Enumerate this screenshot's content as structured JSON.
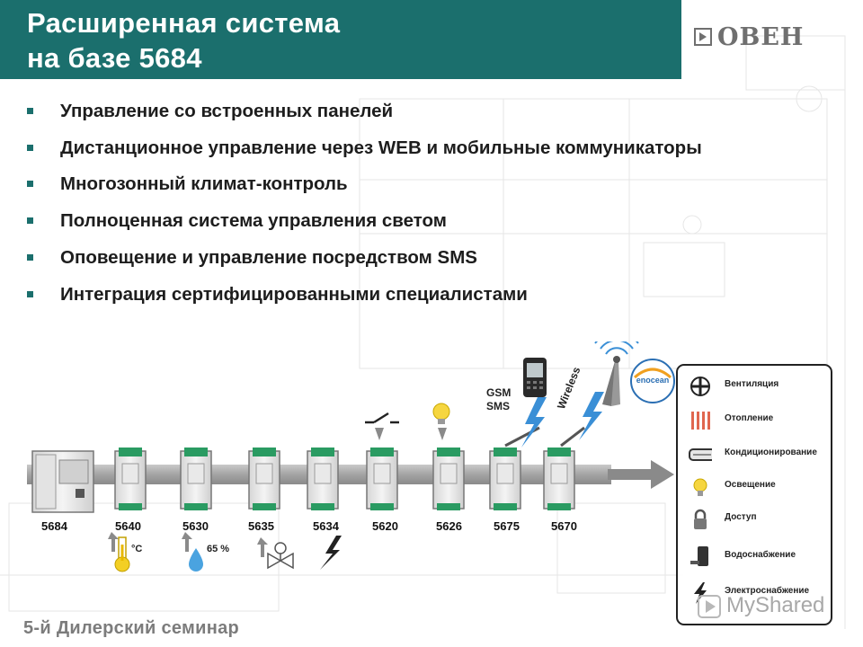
{
  "header": {
    "title": "Расширенная система\nна базе 5684"
  },
  "brand": {
    "logo_text": "ОВЕН",
    "color": "#1b6f6d"
  },
  "bullets": [
    "Управление со встроенных панелей",
    "Дистанционное управление через WEB и мобильные коммуникаторы",
    "Многозонный климат-контроль",
    "Полноценная система управления светом",
    "Оповещение и управление посредством SMS",
    "Интеграция сертифицированными специалистами"
  ],
  "devices": [
    "5684",
    "5640",
    "5630",
    "5635",
    "5634",
    "5620",
    "5626",
    "5675",
    "5670"
  ],
  "device_icons": [
    "",
    "thermometer-icon",
    "water-drop-icon",
    "valve-icon",
    "lightning-icon",
    "switch-icon",
    "lamp-icon",
    "antenna-icon",
    "antenna-icon"
  ],
  "sensor_labels": {
    "temp": "°C",
    "humidity": "65 %"
  },
  "gsm_label": "GSM\nSMS",
  "wireless_label": "Wireless",
  "legend": [
    {
      "label": "Вентиляция",
      "icon": "fan-icon"
    },
    {
      "label": "Отопление",
      "icon": "heater-icon"
    },
    {
      "label": "Кондиционирование",
      "icon": "air-conditioner-icon"
    },
    {
      "label": "Освещение",
      "icon": "lightbulb-icon"
    },
    {
      "label": "Доступ",
      "icon": "lock-icon"
    },
    {
      "label": "Водоснабжение",
      "icon": "water-pipe-icon"
    },
    {
      "label": "Электроснабжение",
      "icon": "power-icon"
    }
  ],
  "footer": "5-й Дилерский семинар",
  "watermark": "MyShared"
}
